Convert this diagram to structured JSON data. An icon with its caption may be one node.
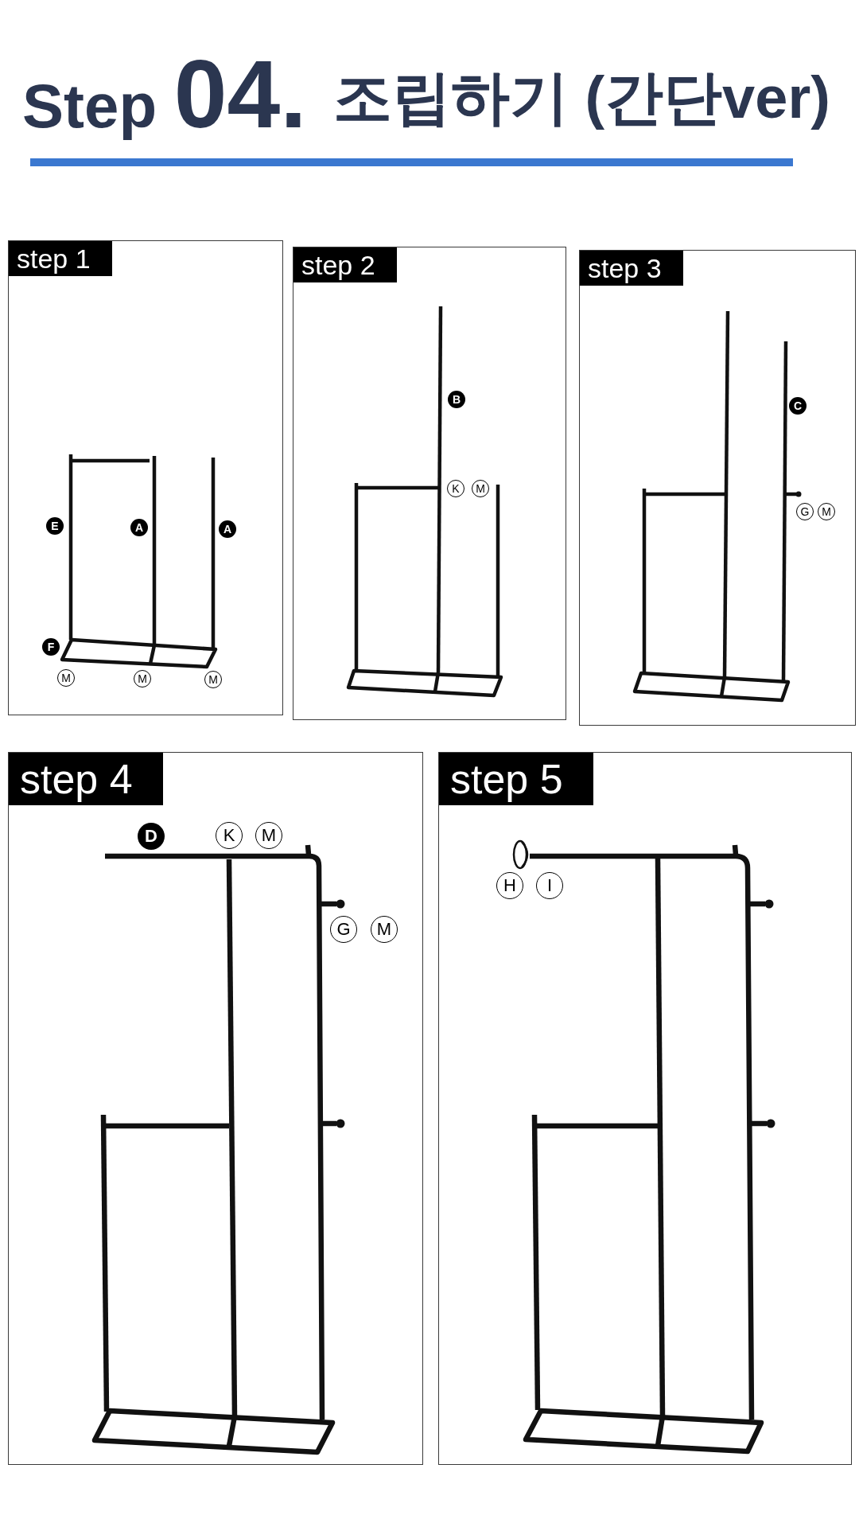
{
  "diagram": {
    "title": "Step 04. 조립하기 (간단ver)",
    "nodes": [
      {
        "text": [
          "step 1"
        ]
      },
      {
        "text": [
          "E"
        ],
        "in": 0
      },
      {
        "text": [
          "A"
        ],
        "in": 0
      },
      {
        "text": [
          "A"
        ],
        "in": 0
      },
      {
        "text": [
          "F"
        ],
        "in": 0
      },
      {
        "text": [
          "M"
        ],
        "in": 0
      },
      {
        "text": [
          "M"
        ],
        "in": 0
      },
      {
        "text": [
          "M"
        ],
        "in": 0
      },
      {
        "text": [
          "step 2"
        ]
      },
      {
        "text": [
          "B"
        ],
        "in": 8
      },
      {
        "text": [
          "K"
        ],
        "in": 8
      },
      {
        "text": [
          "M"
        ],
        "in": 8
      },
      {
        "text": [
          "step 3"
        ]
      },
      {
        "text": [
          "C"
        ],
        "in": 12
      },
      {
        "text": [
          "G"
        ],
        "in": 12
      },
      {
        "text": [
          "M"
        ],
        "in": 12
      },
      {
        "text": [
          "step 4"
        ]
      },
      {
        "text": [
          "D"
        ],
        "in": 16
      },
      {
        "text": [
          "K"
        ],
        "in": 16
      },
      {
        "text": [
          "M"
        ],
        "in": 16
      },
      {
        "text": [
          "G"
        ],
        "in": 16
      },
      {
        "text": [
          "M"
        ],
        "in": 16
      },
      {
        "text": [
          "step 5"
        ]
      },
      {
        "text": [
          "H"
        ],
        "in": 22
      },
      {
        "text": [
          "I"
        ],
        "in": 22
      }
    ]
  }
}
